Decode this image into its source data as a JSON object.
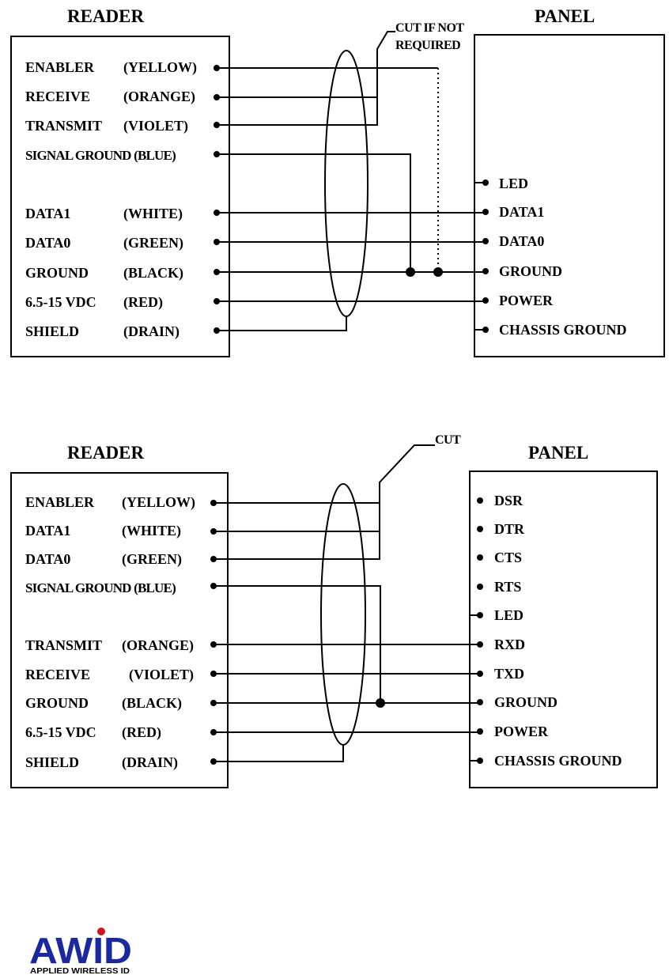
{
  "diagram1": {
    "reader_title": "READER",
    "panel_title": "PANEL",
    "cut_note_line1": "CUT IF NOT",
    "cut_note_line2": "REQUIRED",
    "reader_pins": [
      {
        "name": "ENABLER",
        "color": "(YELLOW)"
      },
      {
        "name": "RECEIVE",
        "color": "(ORANGE)"
      },
      {
        "name": "TRANSMIT",
        "color": "(VIOLET)"
      },
      {
        "name": "SIGNAL GROUND",
        "color": "(BLUE)"
      },
      {
        "name": "DATA1",
        "color": "(WHITE)"
      },
      {
        "name": "DATA0",
        "color": "(GREEN)"
      },
      {
        "name": "GROUND",
        "color": "(BLACK)"
      },
      {
        "name": "6.5-15 VDC",
        "color": "(RED)"
      },
      {
        "name": "SHIELD",
        "color": "(DRAIN)"
      }
    ],
    "panel_pins": [
      "LED",
      "DATA1",
      "DATA0",
      "GROUND",
      "POWER",
      "CHASSIS GROUND"
    ]
  },
  "diagram2": {
    "reader_title": "READER",
    "panel_title": "PANEL",
    "cut_note": "CUT",
    "reader_pins": [
      {
        "name": "ENABLER",
        "color": "(YELLOW)"
      },
      {
        "name": "DATA1",
        "color": "(WHITE)"
      },
      {
        "name": "DATA0",
        "color": "(GREEN)"
      },
      {
        "name": "SIGNAL GROUND",
        "color": "(BLUE)"
      },
      {
        "name": "TRANSMIT",
        "color": "(ORANGE)"
      },
      {
        "name": "RECEIVE",
        "color": "(VIOLET)"
      },
      {
        "name": "GROUND",
        "color": "(BLACK)"
      },
      {
        "name": "6.5-15 VDC",
        "color": "(RED)"
      },
      {
        "name": "SHIELD",
        "color": "(DRAIN)"
      }
    ],
    "panel_pins": [
      "DSR",
      "DTR",
      "CTS",
      "RTS",
      "LED",
      "RXD",
      "TXD",
      "GROUND",
      "POWER",
      "CHASSIS GROUND"
    ]
  },
  "logo": {
    "mark": "AWID",
    "tagline": "APPLIED WIRELESS ID",
    "color": "#1a2a9e",
    "accent": "#d4141c"
  }
}
